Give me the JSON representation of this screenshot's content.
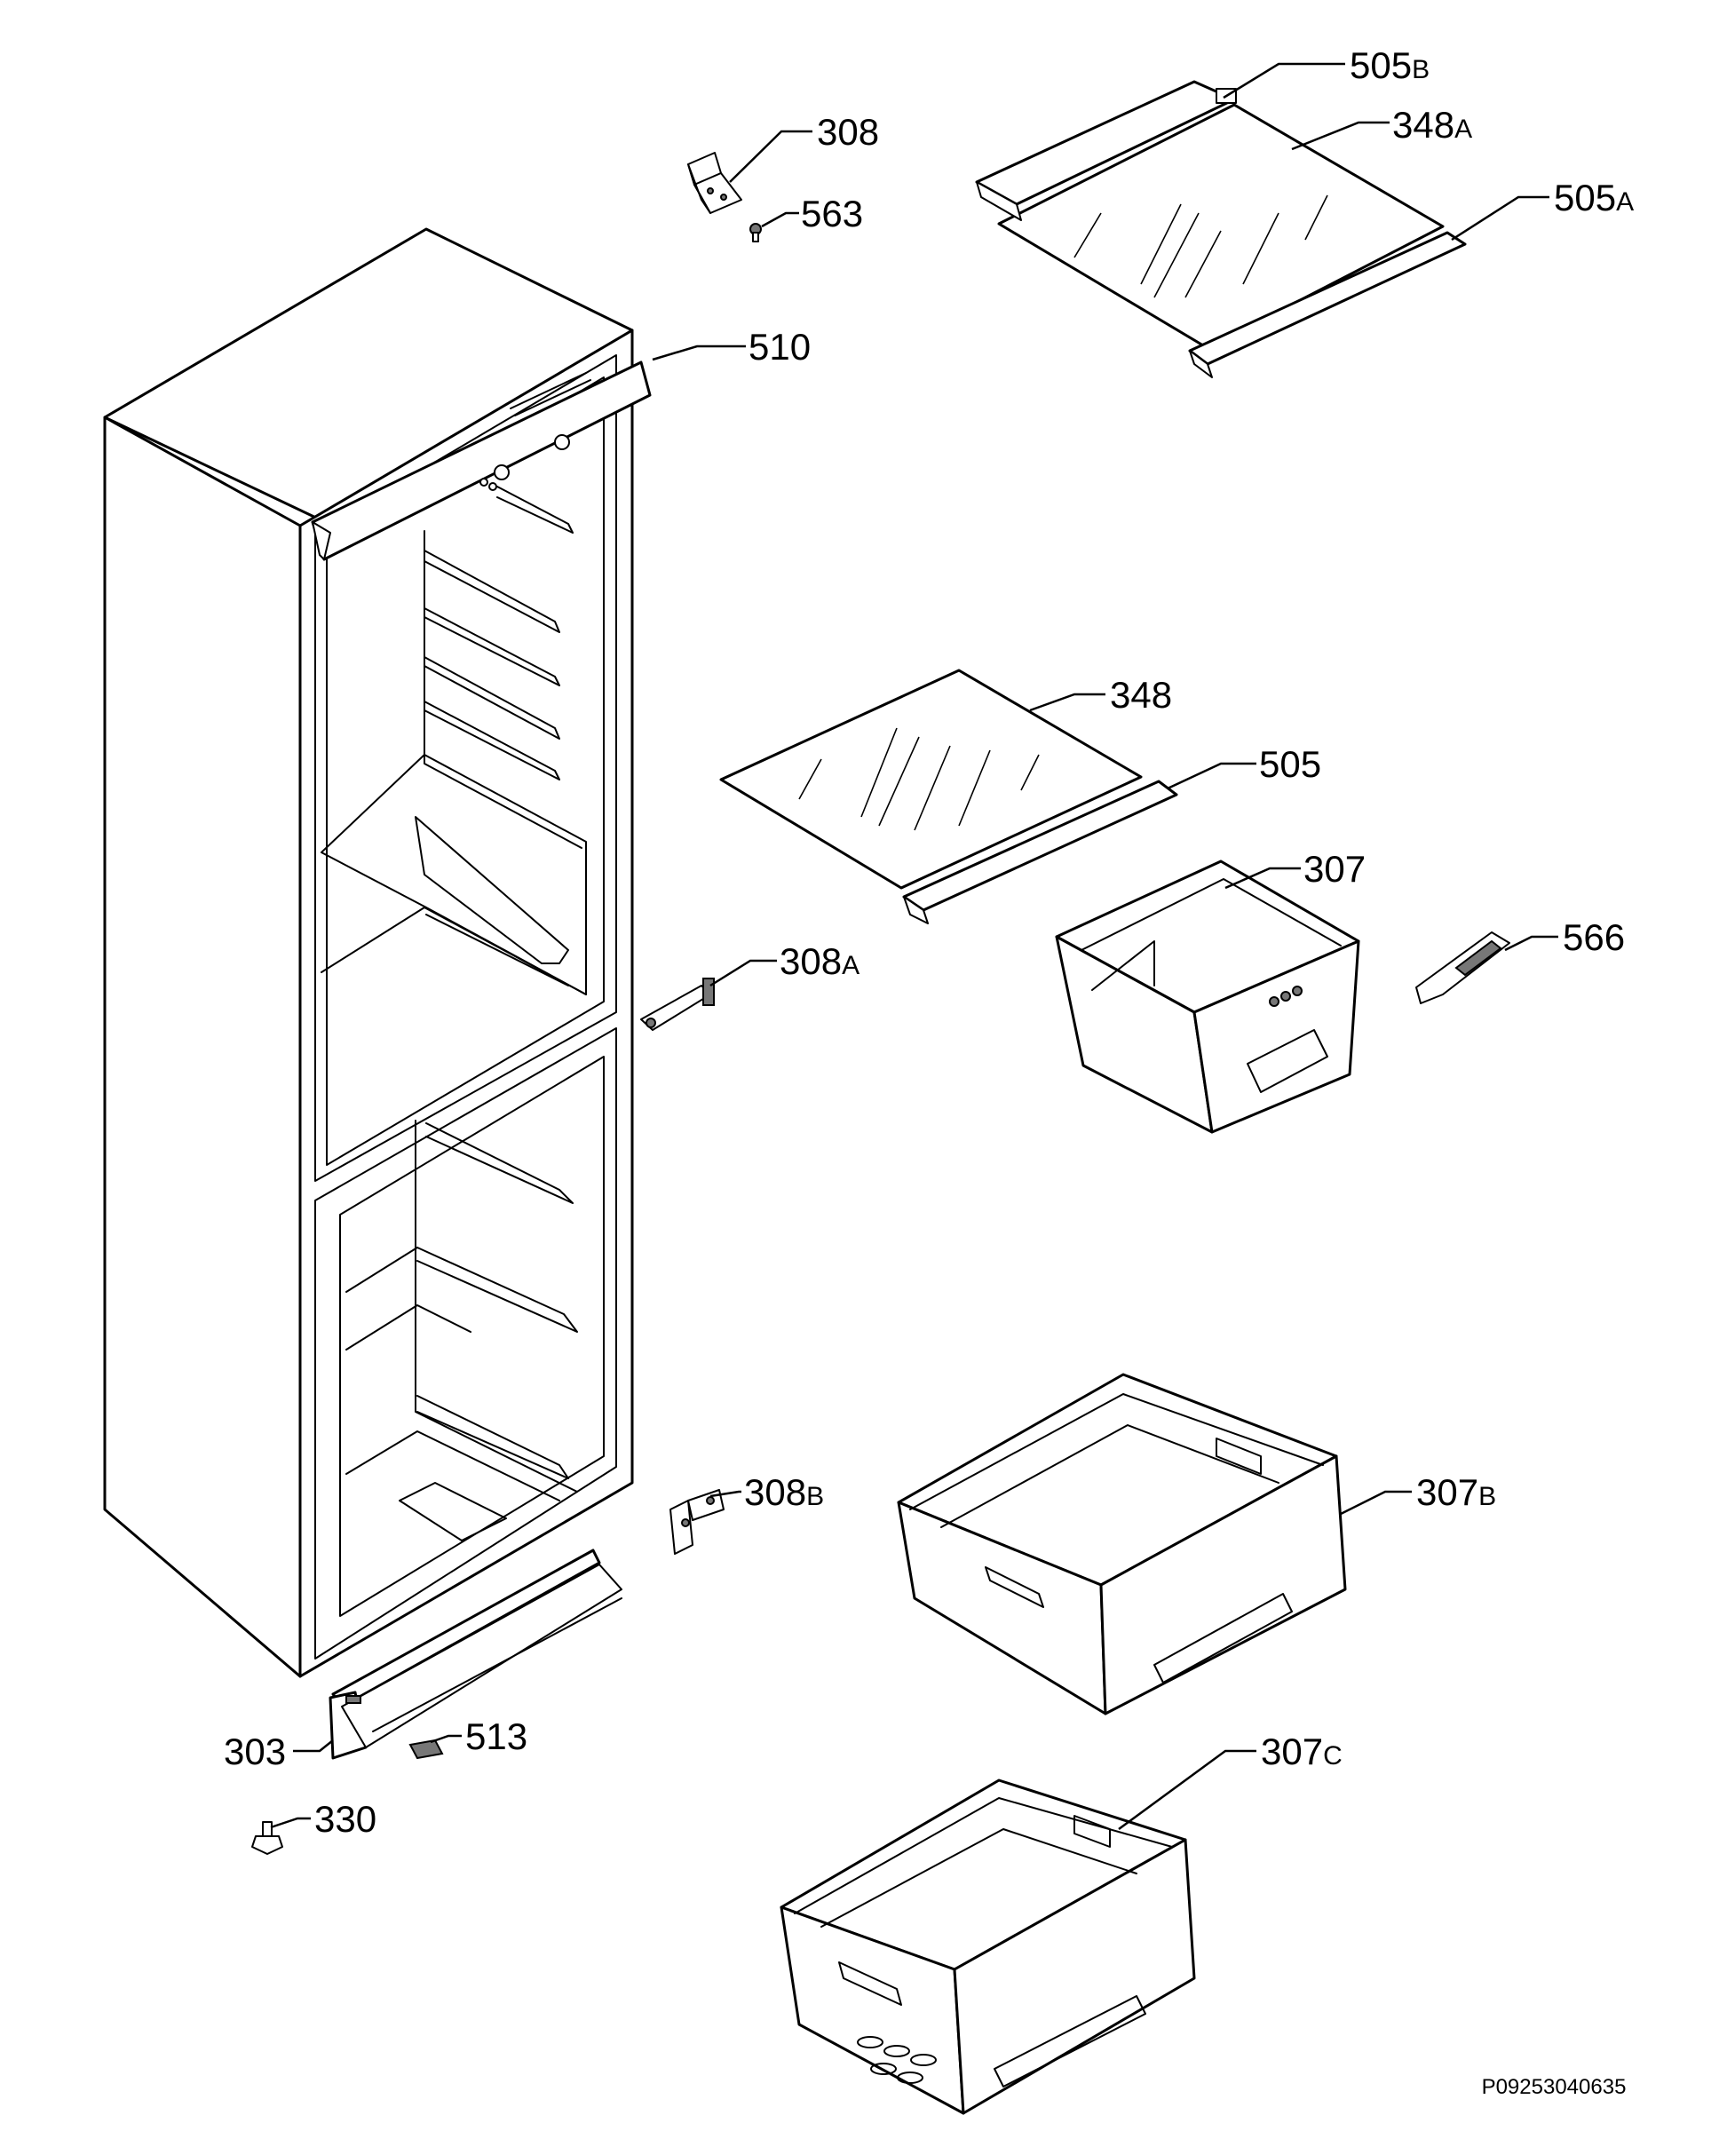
{
  "diagram": {
    "part_labels": [
      {
        "num": "505",
        "suffix": "B"
      },
      {
        "num": "348",
        "suffix": "A"
      },
      {
        "num": "505",
        "suffix": "A"
      },
      {
        "num": "308",
        "suffix": ""
      },
      {
        "num": "563",
        "suffix": ""
      },
      {
        "num": "510",
        "suffix": ""
      },
      {
        "num": "348",
        "suffix": ""
      },
      {
        "num": "505",
        "suffix": ""
      },
      {
        "num": "307",
        "suffix": ""
      },
      {
        "num": "566",
        "suffix": ""
      },
      {
        "num": "308",
        "suffix": "A"
      },
      {
        "num": "308",
        "suffix": "B"
      },
      {
        "num": "307",
        "suffix": "B"
      },
      {
        "num": "303",
        "suffix": ""
      },
      {
        "num": "513",
        "suffix": ""
      },
      {
        "num": "330",
        "suffix": ""
      },
      {
        "num": "307",
        "suffix": "C"
      }
    ],
    "drawing_code": "P09253040635"
  }
}
